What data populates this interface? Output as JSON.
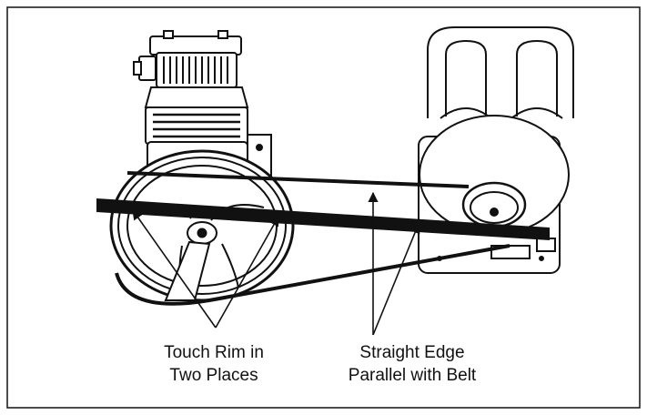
{
  "labels": {
    "touch_rim_line1": "Touch Rim in",
    "touch_rim_line2": "Two Places",
    "straight_edge_line1": "Straight Edge",
    "straight_edge_line2": "Parallel with Belt"
  }
}
